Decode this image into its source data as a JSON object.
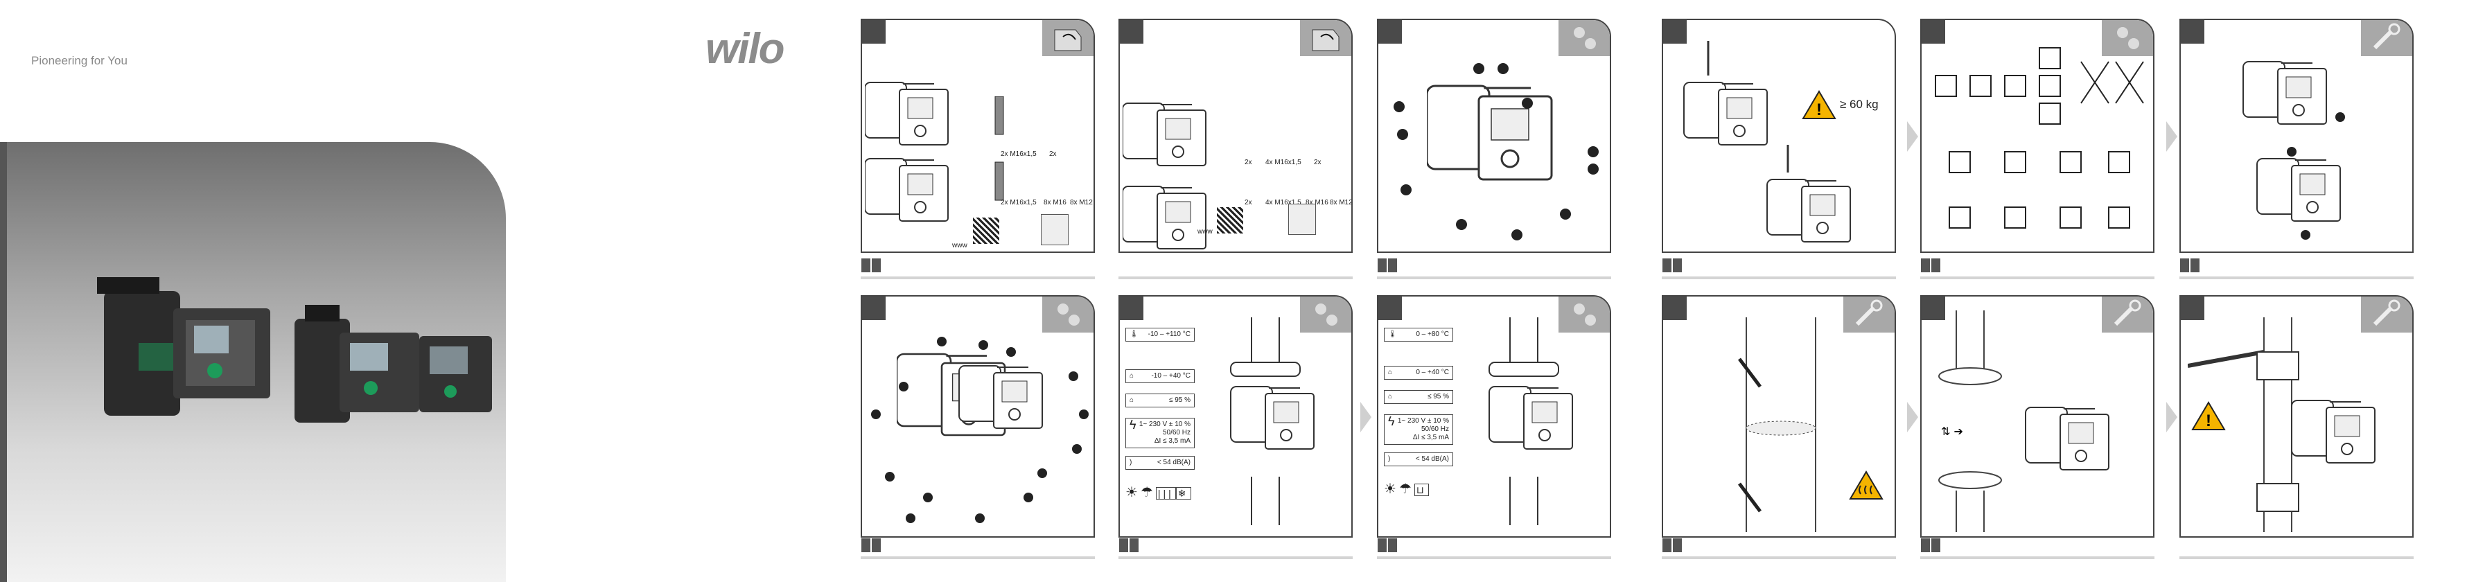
{
  "cover": {
    "tagline": "Pioneering for You",
    "logo": "wilo"
  },
  "panels": {
    "p1": {
      "icon": "unpack-box-icon",
      "labels": [
        "2x M16x1,5",
        "2x",
        "2x M16x1,5",
        "8x M16",
        "8x M12",
        "www"
      ]
    },
    "p2": {
      "icon": "unpack-box-icon",
      "labels": [
        "2x",
        "4x M16x1,5",
        "2x",
        "2x",
        "4x M16x1,5",
        "8x M16",
        "8x M12",
        "www"
      ]
    },
    "p3": {
      "icon": "gears-icon"
    },
    "p4": {
      "weight": "≥ 60 kg"
    },
    "p5": {
      "icon": "gears-icon"
    },
    "p6": {
      "icon": "wrench-icon"
    },
    "p7": {
      "icon": "gears-icon"
    },
    "p8": {
      "icon": "gears-icon",
      "fluid_temp": "-10 – +110 °C",
      "ambient_temp": "-10 – +40 °C",
      "humidity": "≤ 95 %",
      "voltage": "1~ 230 V ± 10 %",
      "frequency": "50/60 Hz",
      "leakage": "ΔI ≤ 3,5 mA",
      "noise": "< 54 dB(A)"
    },
    "p9": {
      "icon": "gears-icon",
      "fluid_temp": "0 – +80 °C",
      "ambient_temp": "0 – +40 °C",
      "humidity": "≤ 95 %",
      "voltage": "1~ 230 V ± 10 %",
      "frequency": "50/60 Hz",
      "leakage": "ΔI ≤ 3,5 mA",
      "noise": "< 54 dB(A)"
    },
    "p10": {
      "icon": "wrench-icon"
    },
    "p11": {
      "icon": "wrench-icon"
    },
    "p12": {
      "icon": "wrench-icon"
    }
  },
  "colors": {
    "badge": "#a8a8a8",
    "number_tab": "#4a4a4a",
    "warning": "#f5b400"
  }
}
